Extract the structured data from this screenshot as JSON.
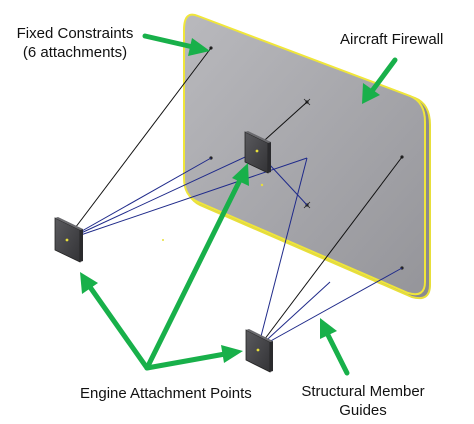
{
  "labels": {
    "fixed_constraints_line1": "Fixed Constraints",
    "fixed_constraints_line2": "(6 attachments)",
    "aircraft_firewall": "Aircraft Firewall",
    "engine_attachment_points": "Engine Attachment Points",
    "structural_member_line1": "Structural Member",
    "structural_member_line2": "Guides"
  },
  "colors": {
    "arrow": "#18b04a",
    "firewall_fill": "#a9a9ad",
    "firewall_edge": "#f0e63a",
    "constraint_line": "#111111",
    "guide_line": "#1f2a8a",
    "mount_plate": "#4a4a4e"
  }
}
